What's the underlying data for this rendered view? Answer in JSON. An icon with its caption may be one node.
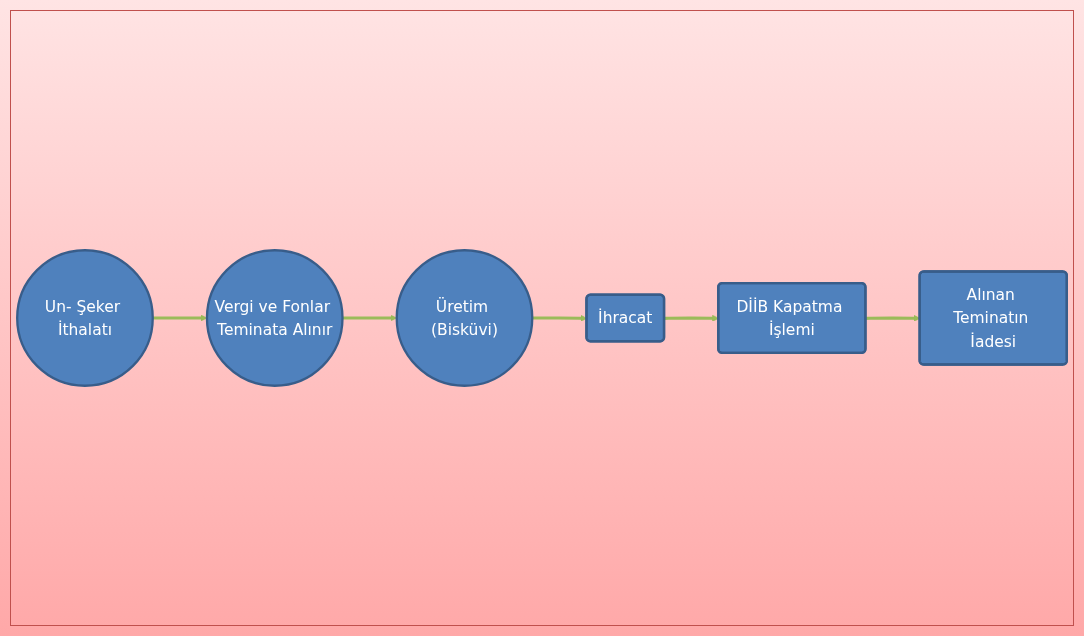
{
  "diagram": {
    "nodes": [
      {
        "text": [
          "Un- Şeker İthalatı"
        ]
      },
      {
        "text": [
          "Vergi ve Fonlar Teminata Alınır"
        ]
      },
      {
        "text": [
          "Üretim (Bisküvi)"
        ]
      },
      {
        "text": [
          "İhracat"
        ]
      },
      {
        "text": [
          "DİİB Kapatma İşlemi"
        ]
      },
      {
        "text": [
          "Alınan Teminatın İadesi"
        ]
      }
    ],
    "edges": [
      {
        "from": 0,
        "to": 1,
        "arrow": "to"
      },
      {
        "from": 1,
        "to": 2,
        "arrow": "to"
      },
      {
        "from": 2,
        "to": 3,
        "arrow": "to"
      },
      {
        "from": 3,
        "to": 4,
        "arrow": "to"
      },
      {
        "from": 4,
        "to": 5,
        "arrow": "to"
      }
    ]
  }
}
